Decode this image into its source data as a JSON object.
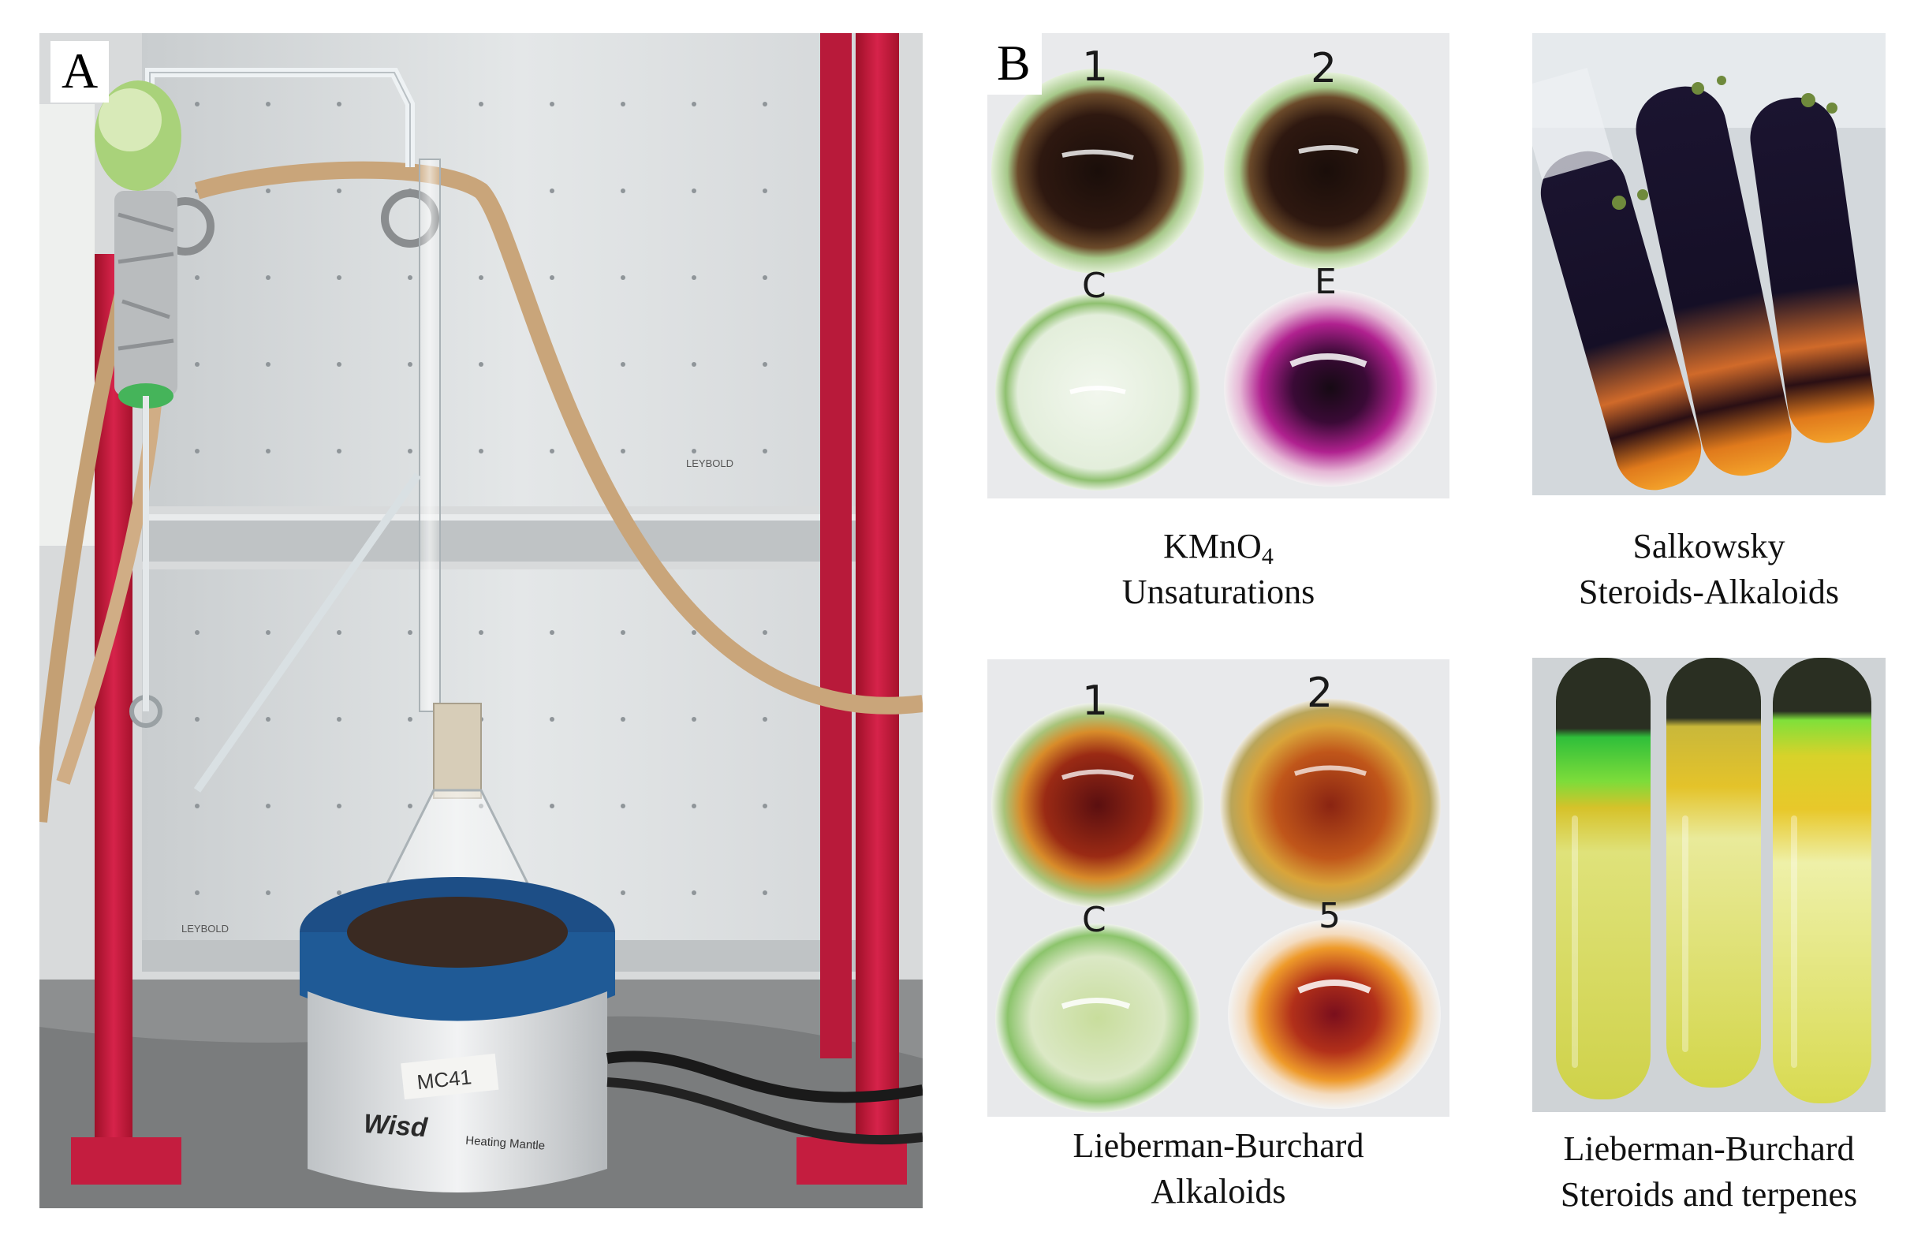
{
  "figure": {
    "panel_a": {
      "letter": "A"
    },
    "panel_b": {
      "letter": "B"
    },
    "captions": {
      "kmno4": {
        "line1_main": "KMnO",
        "line1_sub": "4",
        "line2": "Unsaturations"
      },
      "salkowsky": {
        "line1": "Salkowsky",
        "line2": "Steroids-Alkaloids"
      },
      "lb_alkaloids": {
        "line1": "Lieberman-Burchard",
        "line2": "Alkaloids"
      },
      "lb_steroids": {
        "line1": "Lieberman-Burchard",
        "line2": "Steroids and terpenes"
      }
    },
    "well_labels": {
      "kmno4": [
        "1",
        "2",
        "C",
        "E"
      ],
      "lb": [
        "1",
        "2",
        "C",
        "5"
      ]
    },
    "device_labels": {
      "mantle_brand": "Wisd",
      "mantle_model": "Heating Mantle",
      "tape_label": "MC41",
      "board_brand": "LEYBOLD"
    }
  }
}
